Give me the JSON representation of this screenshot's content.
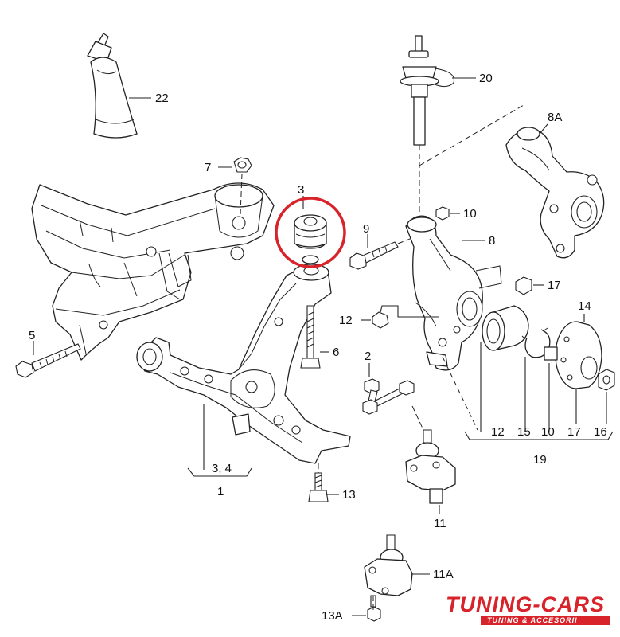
{
  "diagram": {
    "labels": {
      "l22": "22",
      "l20": "20",
      "l8A": "8A",
      "l7": "7",
      "l3": "3",
      "l10a": "10",
      "l9": "9",
      "l8": "8",
      "l17a": "17",
      "l12a": "12",
      "l5": "5",
      "l6": "6",
      "l2": "2",
      "l14": "14",
      "l12b": "12",
      "l15": "15",
      "l10b": "10",
      "l17b": "17",
      "l16": "16",
      "l19": "19",
      "l34": "3, 4",
      "l1": "1",
      "l13": "13",
      "l11": "11",
      "l11A": "11A",
      "l13A": "13A"
    },
    "highlight_color": "#d8232a"
  },
  "logo": {
    "main": "TUNING-CARS",
    "sub": "TUNING & ACCESORII",
    "colors": {
      "tuning": "#d8232a",
      "cars": "#2b2b2b",
      "sub_bg": "#d8232a",
      "sub_text": "#ffffff"
    }
  }
}
